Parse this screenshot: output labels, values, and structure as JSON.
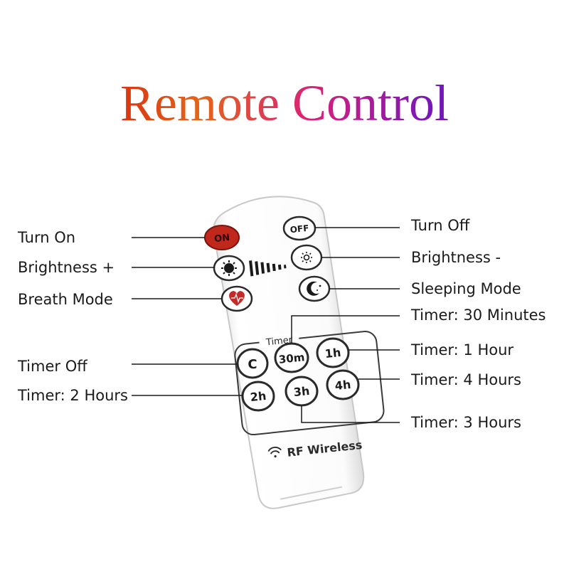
{
  "title": "Remote Control",
  "labels": {
    "turn_on": "Turn On",
    "brightness_plus": "Brightness +",
    "breath_mode": "Breath Mode",
    "timer_off": "Timer Off",
    "timer_2h": "Timer: 2 Hours",
    "turn_off": "Turn Off",
    "brightness_minus": "Brightness -",
    "sleeping_mode": "Sleeping Mode",
    "timer_30m": "Timer: 30 Minutes",
    "timer_1h": "Timer: 1 Hour",
    "timer_4h": "Timer: 4 Hours",
    "timer_3h": "Timer: 3 Hours"
  },
  "remote": {
    "on_key": "ON",
    "off_key": "OFF",
    "timer_group": "Timer",
    "keys": {
      "c": "C",
      "k30m": "30m",
      "k1h": "1h",
      "k2h": "2h",
      "k3h": "3h",
      "k4h": "4h"
    },
    "rf_label": "RF Wireless"
  },
  "icons": {
    "brightness_plus": "sun-icon",
    "brightness_minus": "small-sun-icon",
    "breath": "heart-icon",
    "sleep": "moon-stars-icon",
    "wireless": "wifi-icon"
  },
  "colors": {
    "on_key": "#c0281c",
    "title_gradient": [
      "#c4100c",
      "#e56518",
      "#d9207a",
      "#3a0f8c"
    ]
  }
}
